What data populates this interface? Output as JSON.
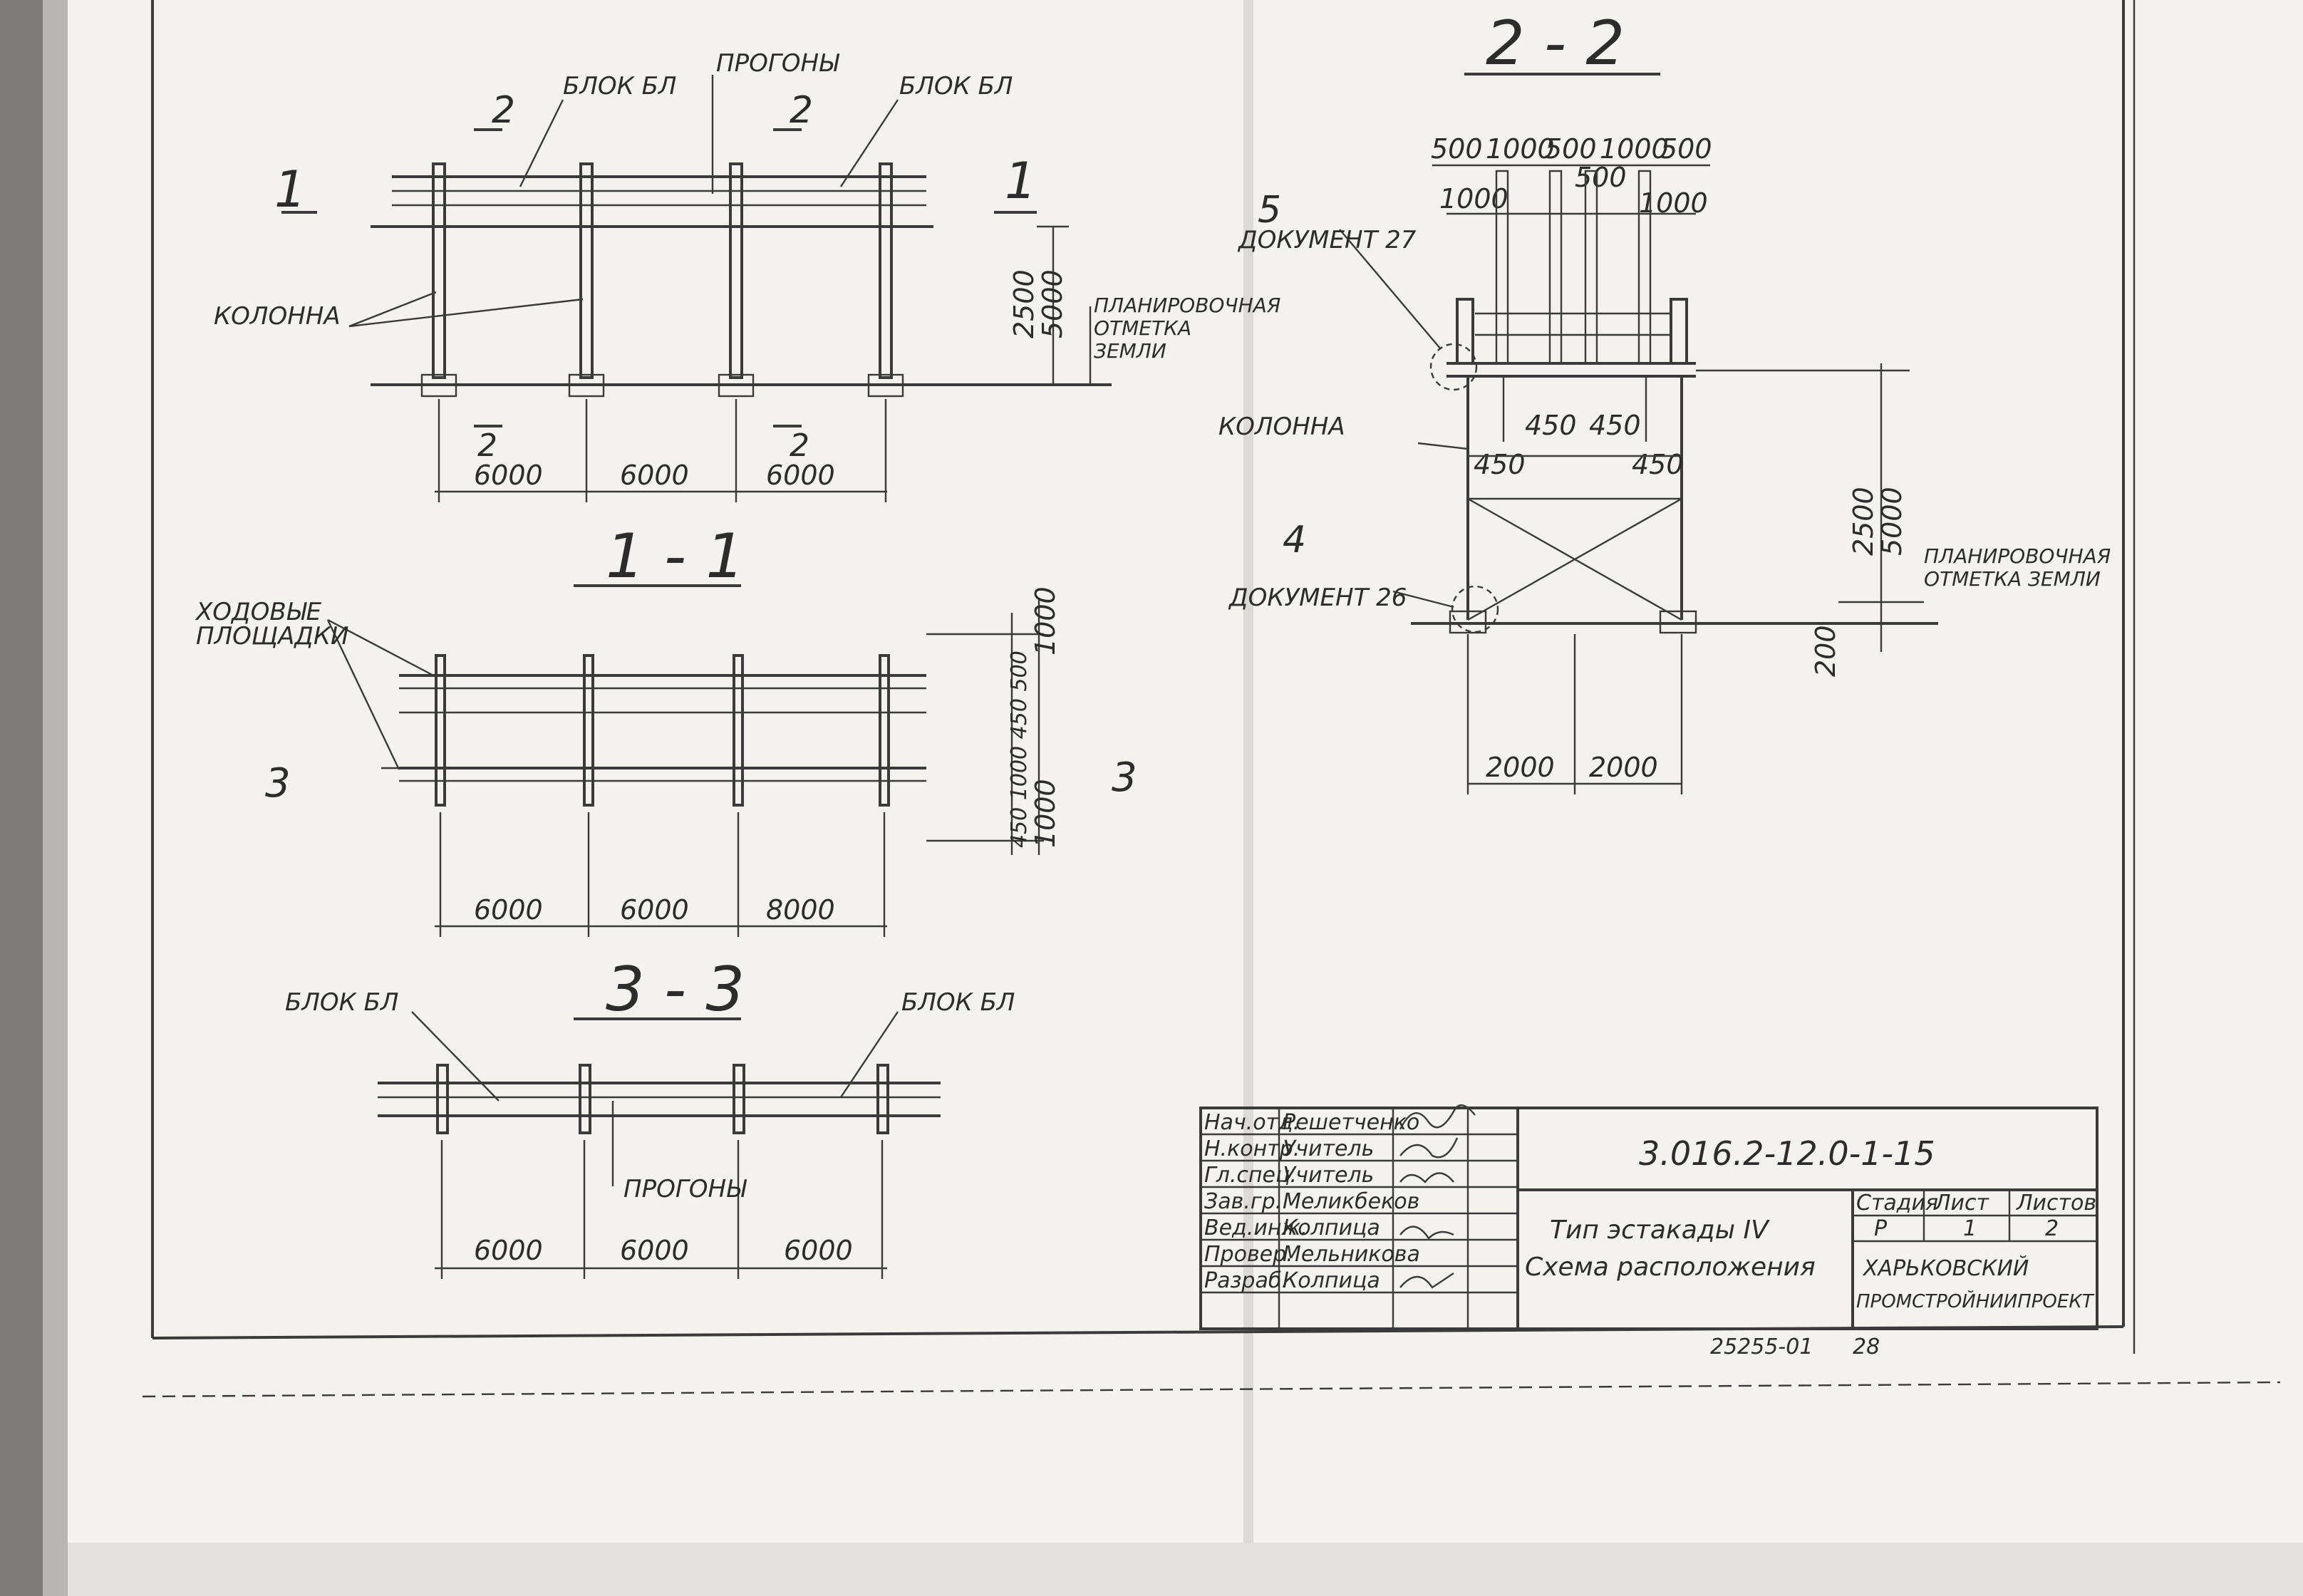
{
  "drawing": {
    "plan": {
      "label_block_left": "БЛОК БЛ",
      "label_purlins": "ПРОГОНЫ",
      "label_block_right": "БЛОК БЛ",
      "label_column": "КОЛОННА",
      "cut_marker_left": "1",
      "cut_marker_right": "1",
      "section_2_mark": "2",
      "dim_2500": "2500",
      "dim_5000": "5000",
      "ground_label_1": "ПЛАНИРОВОЧНАЯ",
      "ground_label_2": "ОТМЕТКА",
      "ground_label_3": "ЗЕМЛИ",
      "spans": [
        "6000",
        "6000",
        "6000"
      ]
    },
    "section_1_1": {
      "title": "1 - 1",
      "walkway_label_1": "ХОДОВЫЕ",
      "walkway_label_2": "ПЛОЩАДКИ",
      "cut3_left": "3",
      "cut3_right": "3",
      "dim_top": "1000",
      "dim_stack": "450 1000 450 500",
      "dim_bottom": "1000",
      "spans": [
        "6000",
        "6000",
        "8000"
      ]
    },
    "section_3_3": {
      "title": "3 - 3",
      "label_block_left": "БЛОК БЛ",
      "label_block_right": "БЛОК БЛ",
      "label_purlins": "ПРОГОНЫ",
      "spans": [
        "6000",
        "6000",
        "6000"
      ]
    },
    "section_2_2": {
      "title": "2 - 2",
      "top_dims": [
        "500",
        "1000",
        "500",
        "1000",
        "500"
      ],
      "second_dims": [
        "1000",
        "500",
        "1000"
      ],
      "node5_number": "5",
      "node5_doc": "ДОКУМЕНТ 27",
      "node4_number": "4",
      "node4_doc": "ДОКУМЕНТ 26",
      "label_column": "КОЛОННА",
      "dims_450": [
        "450",
        "450",
        "450",
        "450"
      ],
      "dim_2500": "2500",
      "dim_5000": "5000",
      "dim_200": "200",
      "ground_label_1": "ПЛАНИРОВОЧНАЯ",
      "ground_label_2": "ОТМЕТКА ЗЕМЛИ",
      "bottom_dims": [
        "2000",
        "2000"
      ]
    },
    "title_block": {
      "roles": [
        "Нач.отд.",
        "Н.контр.",
        "Гл.спец.",
        "Зав.гр.",
        "Вед.инж.",
        "Провер.",
        "Разраб."
      ],
      "names": [
        "Решетченко",
        "Учитель",
        "Учитель",
        "Меликбеков",
        "Колпица",
        "Мельникова",
        "Колпица"
      ],
      "code": "3.016.2-12.0-1-15",
      "description_1": "Тип эстакады IV",
      "description_2": "Схема расположения",
      "head_stage": "Стадия",
      "head_sheet": "Лист",
      "head_sheets": "Листов",
      "stage": "Р",
      "sheet": "1",
      "sheets": "2",
      "org_1": "ХАРЬКОВСКИЙ",
      "org_2": "ПРОМСТРОЙНИИПРОЕКТ",
      "archive_no": "25255-01",
      "page_no": "28"
    }
  }
}
